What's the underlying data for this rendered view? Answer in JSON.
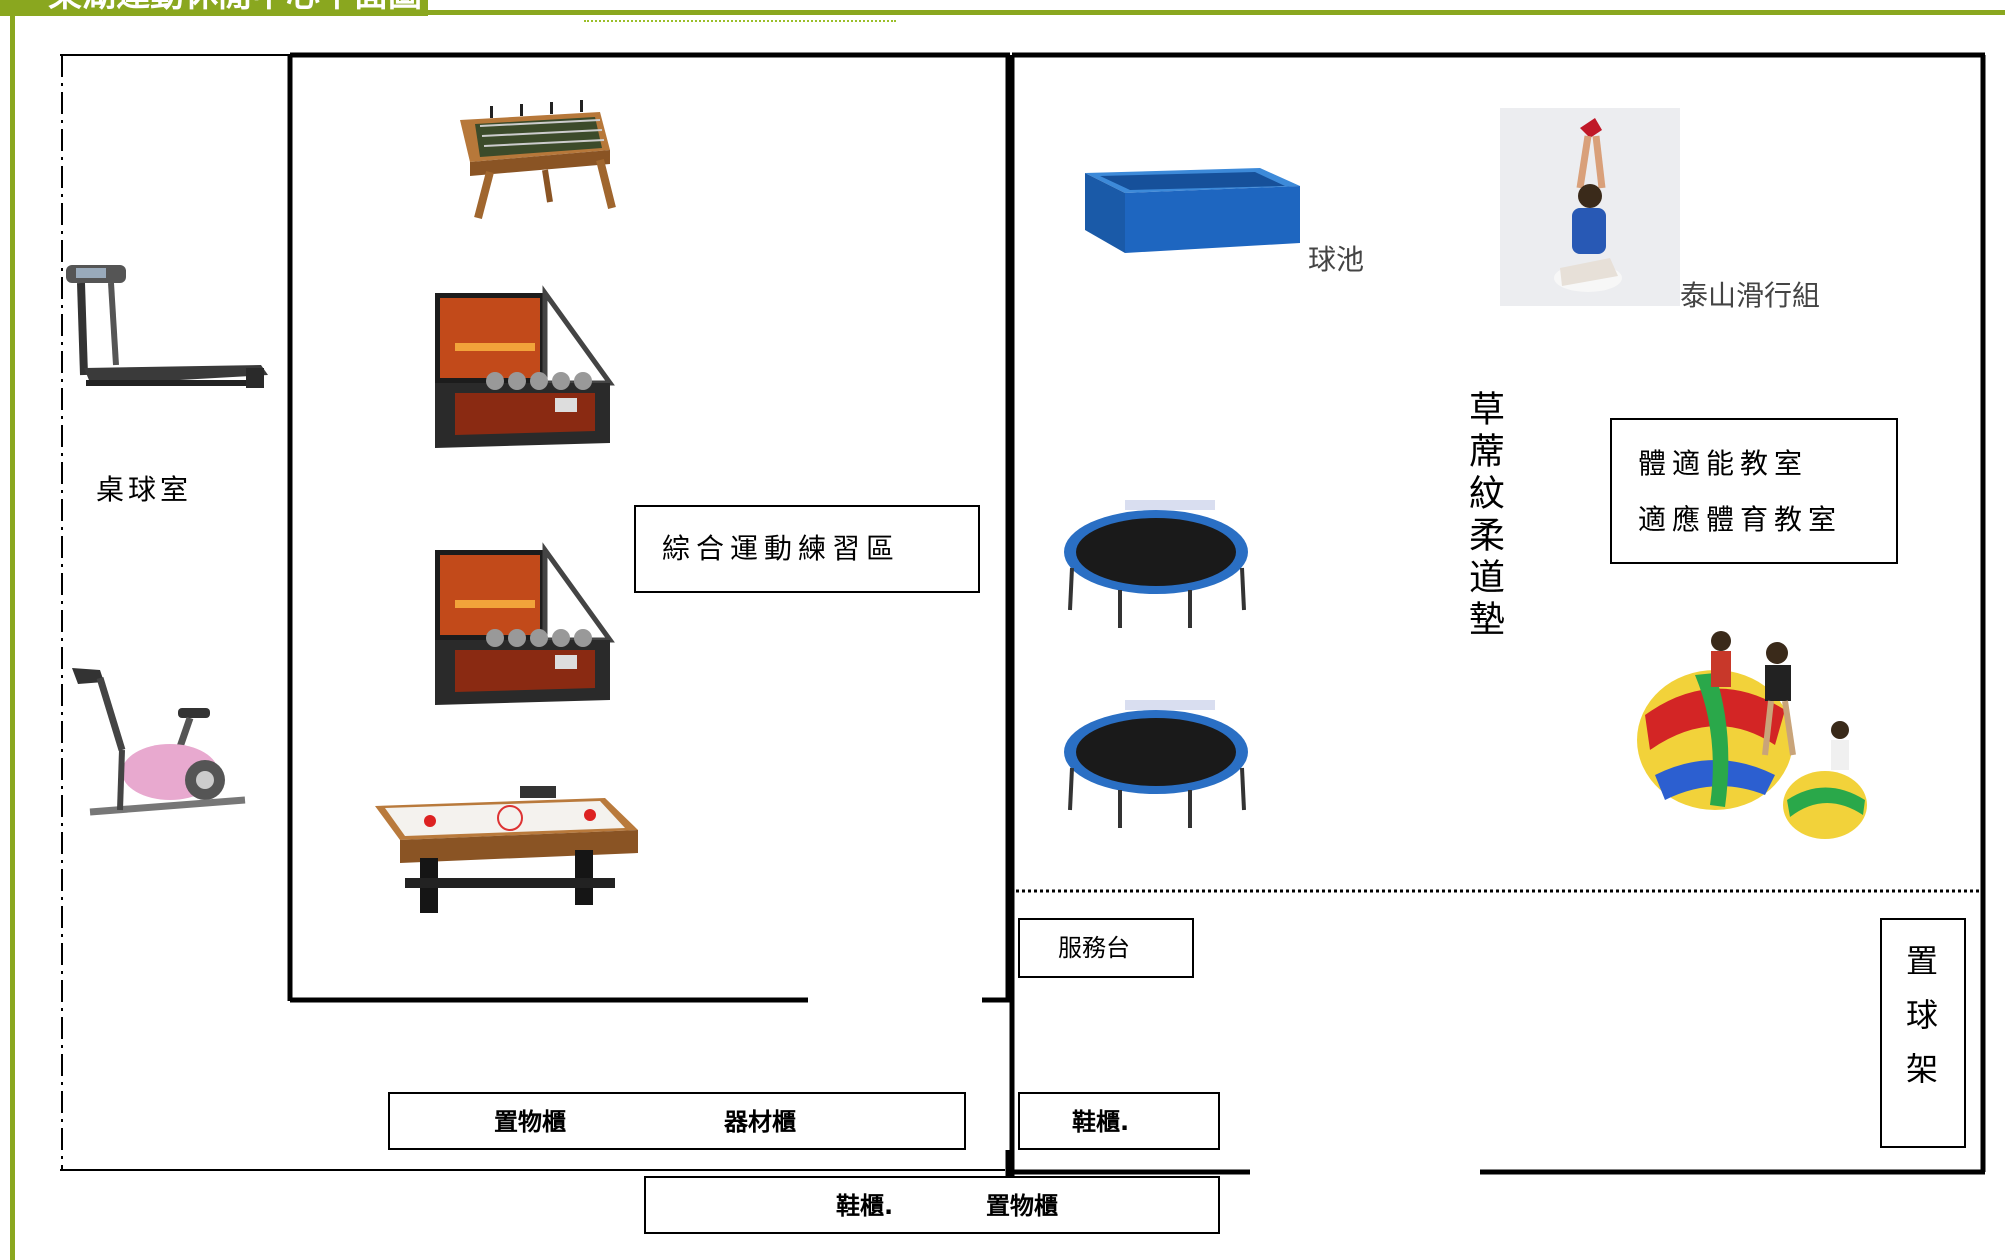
{
  "header": {
    "title": "東湖運動休閒中心平面圖"
  },
  "colors": {
    "frame_green": "#8aa71f",
    "pool_blue": "#1e5fb0",
    "trampoline_rim": "#2a6fc4",
    "wall_black": "#000000"
  },
  "labels": {
    "table_tennis_room": "桌球室",
    "practice_area": "綜合運動練習區",
    "ball_pool": "球池",
    "taishan_slide": "泰山滑行組",
    "judo_mat": "草蓆紋柔道墊",
    "fitness_classroom_1": "體適能教室",
    "fitness_classroom_2": "適應體育教室",
    "service_desk": "服務台",
    "ball_rack": "置球架",
    "storage_cabinet": "置物櫃",
    "equipment_cabinet": "器材櫃",
    "shoe_cabinet": "鞋櫃.",
    "bottom_shoe_cabinet": "鞋櫃.",
    "bottom_storage_cabinet": "置物櫃"
  },
  "equipment_icons": [
    "treadmill-icon",
    "exercise-bike-icon",
    "foosball-table-icon",
    "basketball-arcade-icon",
    "air-hockey-table-icon",
    "ball-pool-icon",
    "trampoline-icon",
    "climbing-child-icon",
    "play-ball-icon"
  ]
}
